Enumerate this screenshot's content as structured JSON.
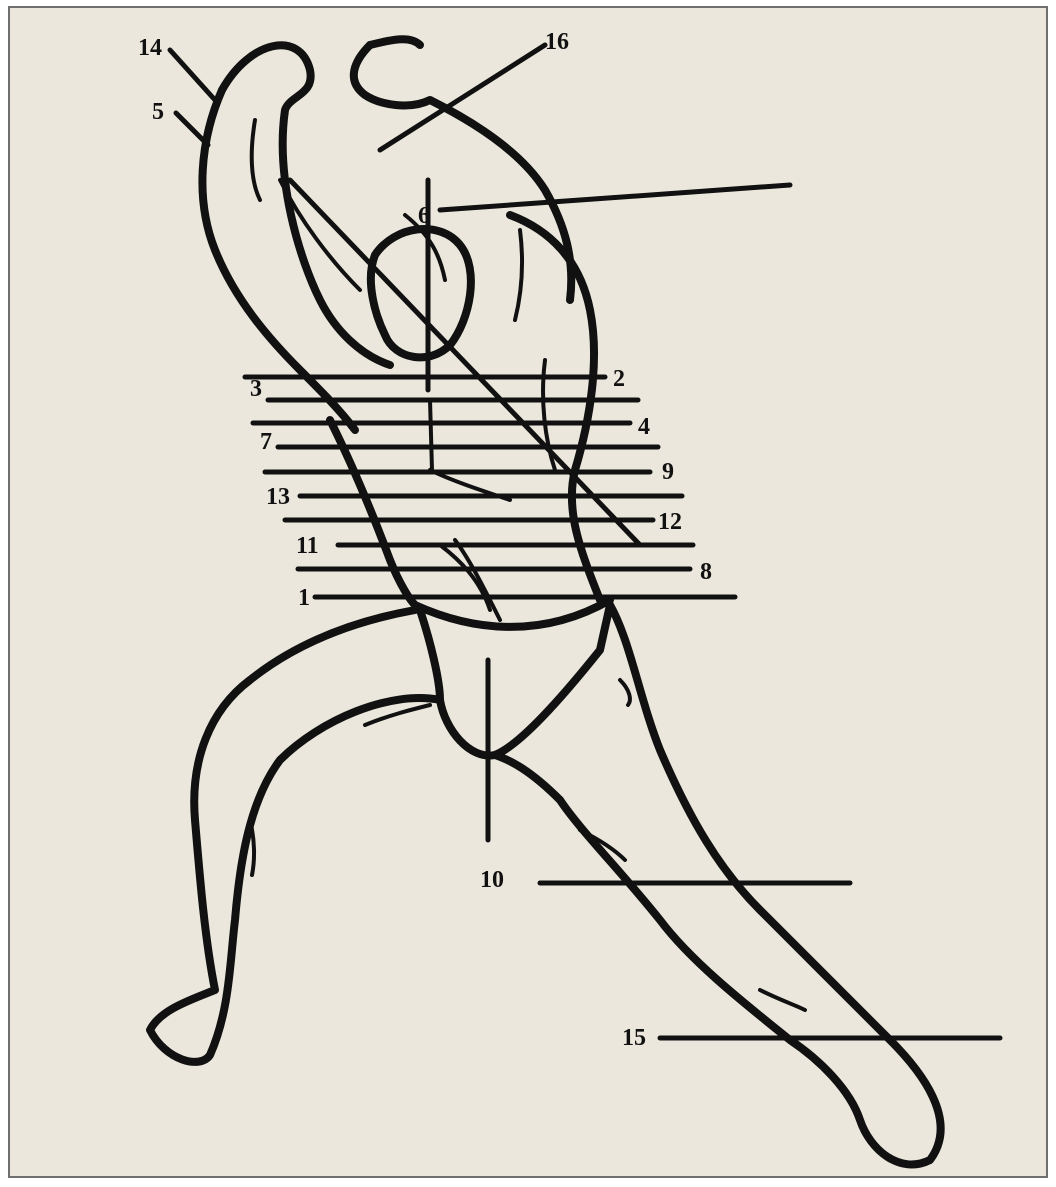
{
  "diagram": {
    "labels": [
      {
        "id": "14",
        "text": "14"
      },
      {
        "id": "5",
        "text": "5"
      },
      {
        "id": "16",
        "text": "16"
      },
      {
        "id": "6",
        "text": "6"
      },
      {
        "id": "2",
        "text": "2"
      },
      {
        "id": "3",
        "text": "3"
      },
      {
        "id": "4",
        "text": "4"
      },
      {
        "id": "7",
        "text": "7"
      },
      {
        "id": "9",
        "text": "9"
      },
      {
        "id": "13",
        "text": "13"
      },
      {
        "id": "12",
        "text": "12"
      },
      {
        "id": "11",
        "text": "11"
      },
      {
        "id": "8",
        "text": "8"
      },
      {
        "id": "1",
        "text": "1"
      },
      {
        "id": "10",
        "text": "10"
      },
      {
        "id": "15",
        "text": "15"
      }
    ]
  }
}
